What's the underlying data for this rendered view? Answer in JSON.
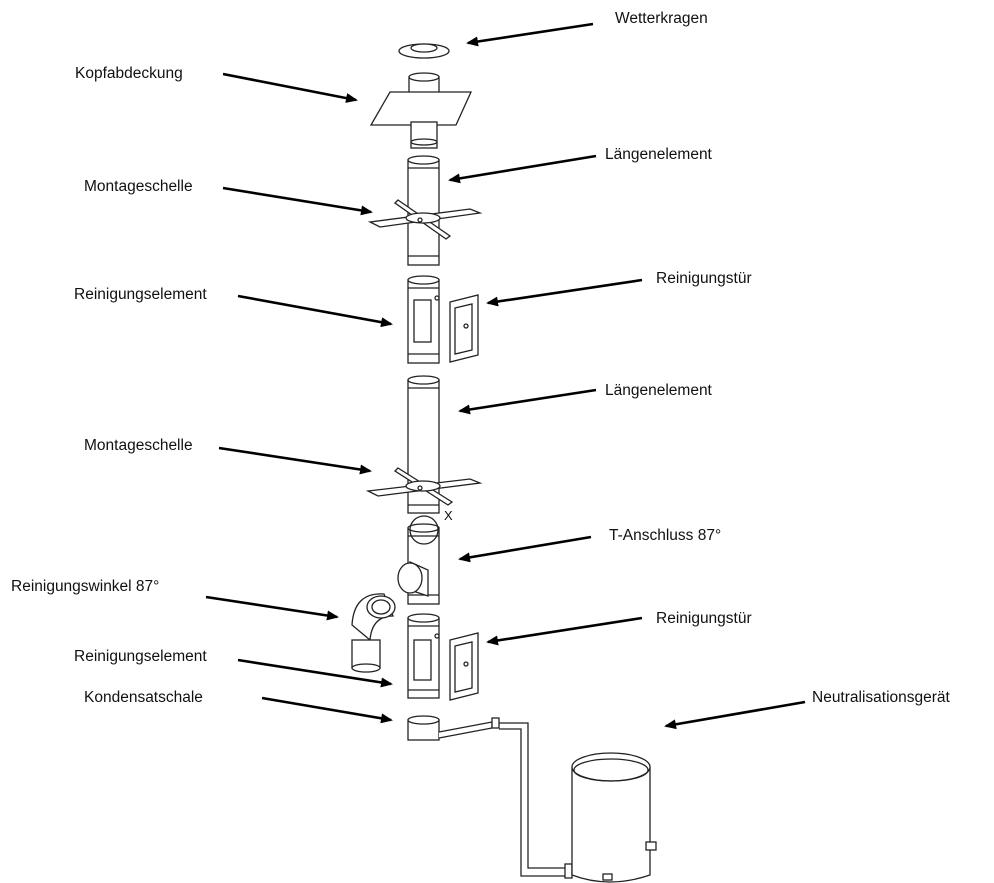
{
  "diagram": {
    "labels": {
      "wetterkragen": "Wetterkragen",
      "kopfabdeckung": "Kopfabdeckung",
      "laengenelement_1": "Längenelement",
      "montageschelle_1": "Montageschelle",
      "reinigungselement_1": "Reinigungselement",
      "reinigungstuer_1": "Reinigungstür",
      "laengenelement_2": "Längenelement",
      "montageschelle_2": "Montageschelle",
      "t_anschluss": "T-Anschluss 87°",
      "reinigungswinkel": "Reinigungswinkel 87°",
      "reinigungstuer_2": "Reinigungstür",
      "reinigungselement_2": "Reinigungselement",
      "kondensatschale": "Kondensatschale",
      "neutralisationsgeraet": "Neutralisationsgerät",
      "x_marker": "X"
    }
  }
}
